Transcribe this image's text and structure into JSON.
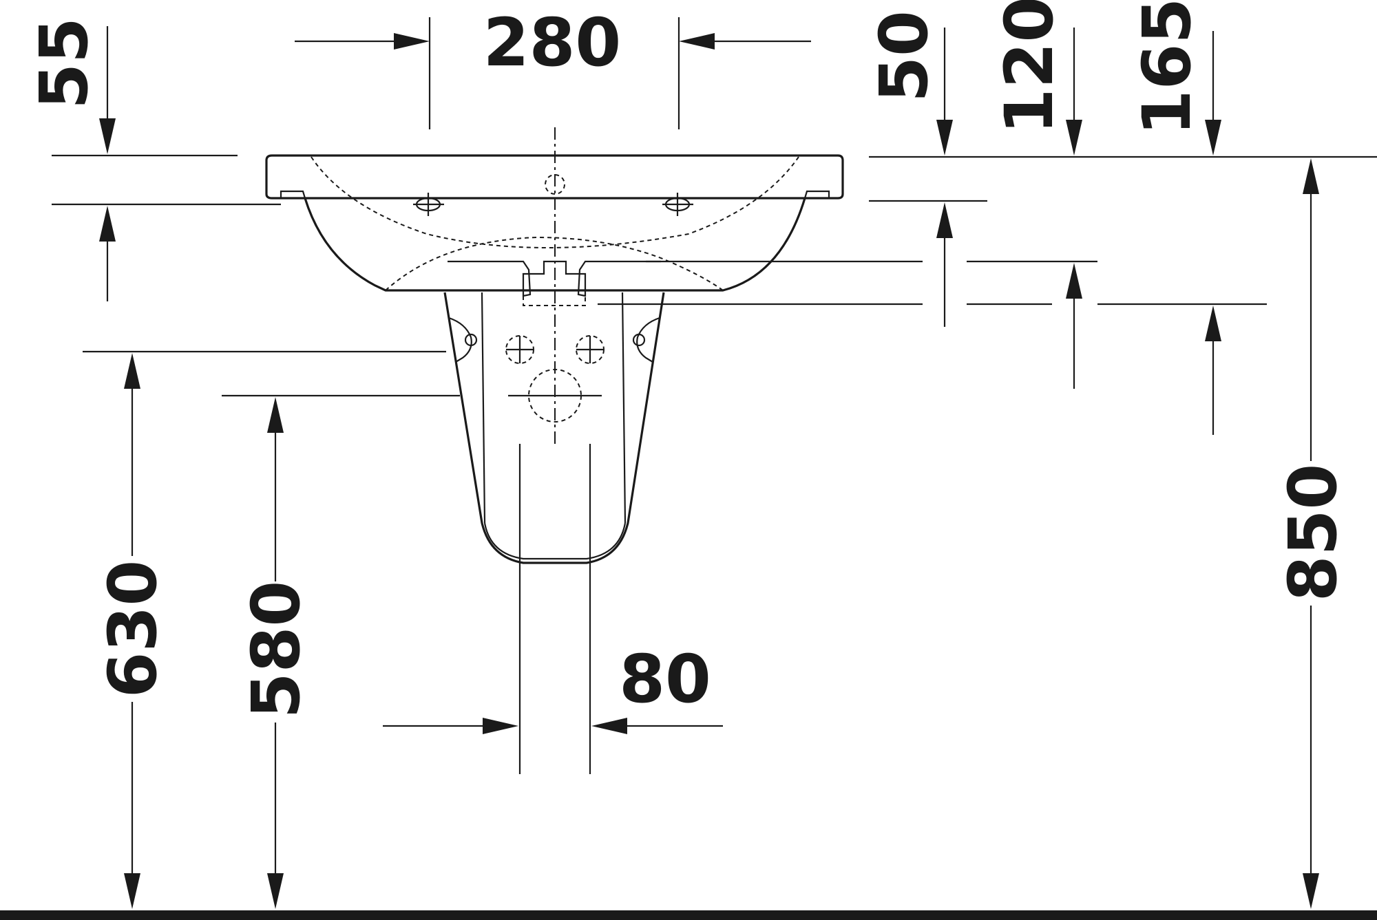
{
  "dimensions": {
    "top_width": "280",
    "rim_thickness": "55",
    "offset_50": "50",
    "offset_120": "120",
    "offset_165": "165",
    "total_height": "850",
    "bracket_height": "630",
    "lower_height": "580",
    "waste_width": "80"
  },
  "colors": {
    "line": "#1a1a1a",
    "floor": "#1a1a1a",
    "background": "#ffffff"
  }
}
